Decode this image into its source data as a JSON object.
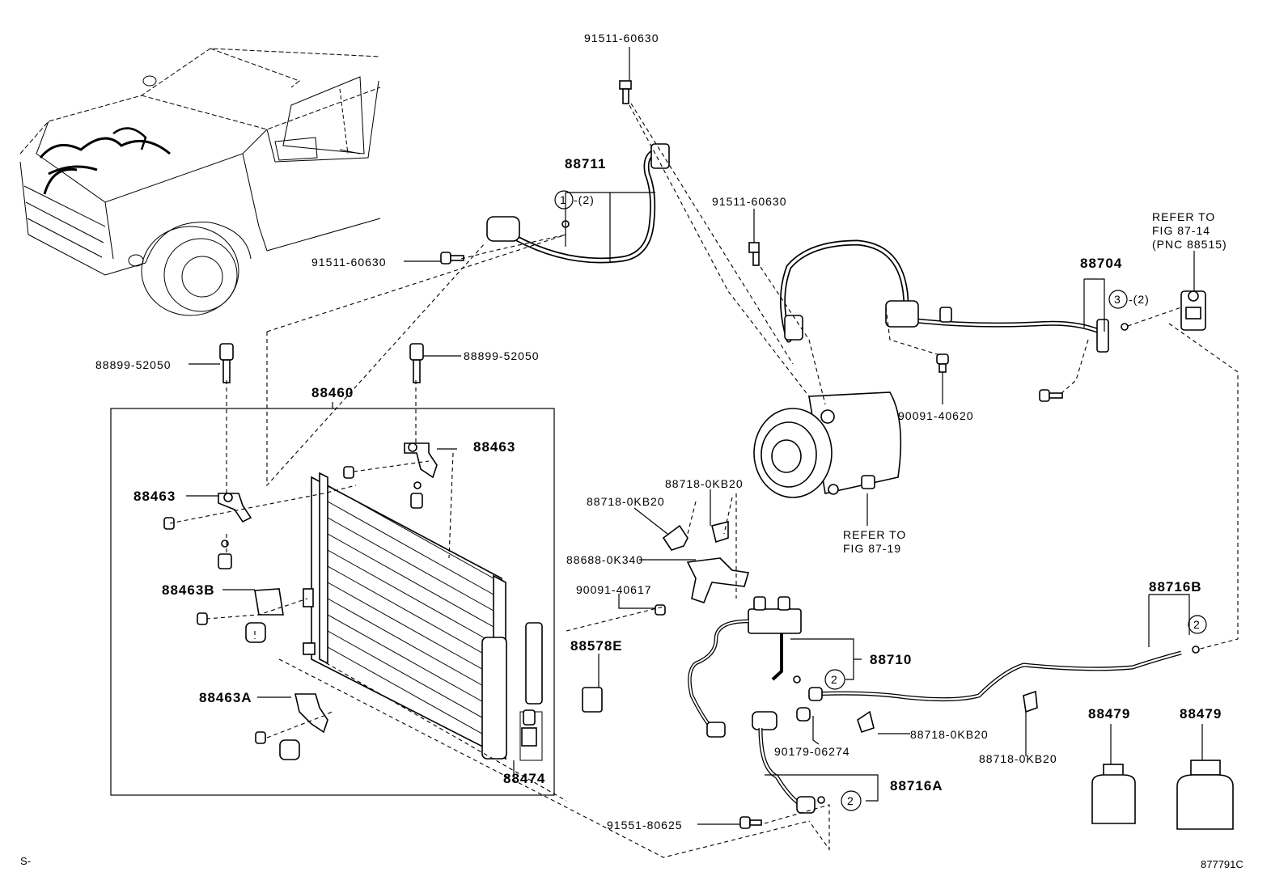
{
  "labels": {
    "p_91511_top": "91511-60630",
    "p_88711": "88711",
    "p_circle1": "1",
    "p_qty1": "-(2)",
    "p_91511_left": "91511-60630",
    "p_91511_mid": "91511-60630",
    "p_88704": "88704",
    "p_circle3": "3",
    "p_qty3": "-(2)",
    "p_refer1_a": "REFER TO",
    "p_refer1_b": "FIG 87-14",
    "p_refer1_c": "(PNC 88515)",
    "p_88899_left": "88899-52050",
    "p_88899_right": "88899-52050",
    "p_88460": "88460",
    "p_88463_right": "88463",
    "p_88463_left": "88463",
    "p_90091_40620": "90091-40620",
    "p_refer2_a": "REFER TO",
    "p_refer2_b": "FIG 87-19",
    "p_88718_a": "88718-0KB20",
    "p_88718_b": "88718-0KB20",
    "p_88688": "88688-0K340",
    "p_90091_40617": "90091-40617",
    "p_88463B": "88463B",
    "p_88716B": "88716B",
    "p_circle2_b": "2",
    "p_88578E": "88578E",
    "p_88710": "88710",
    "p_circle2_a": "2",
    "p_88463A": "88463A",
    "p_88718_c": "88718-0KB20",
    "p_88718_d": "88718-0KB20",
    "p_90179": "90179-06274",
    "p_88479_a": "88479",
    "p_88479_b": "88479",
    "p_88474": "88474",
    "p_88716A": "88716A",
    "p_circle2_c": "2",
    "p_91551": "91551-80625",
    "corner_left": "S-",
    "corner_right": "877791C"
  }
}
